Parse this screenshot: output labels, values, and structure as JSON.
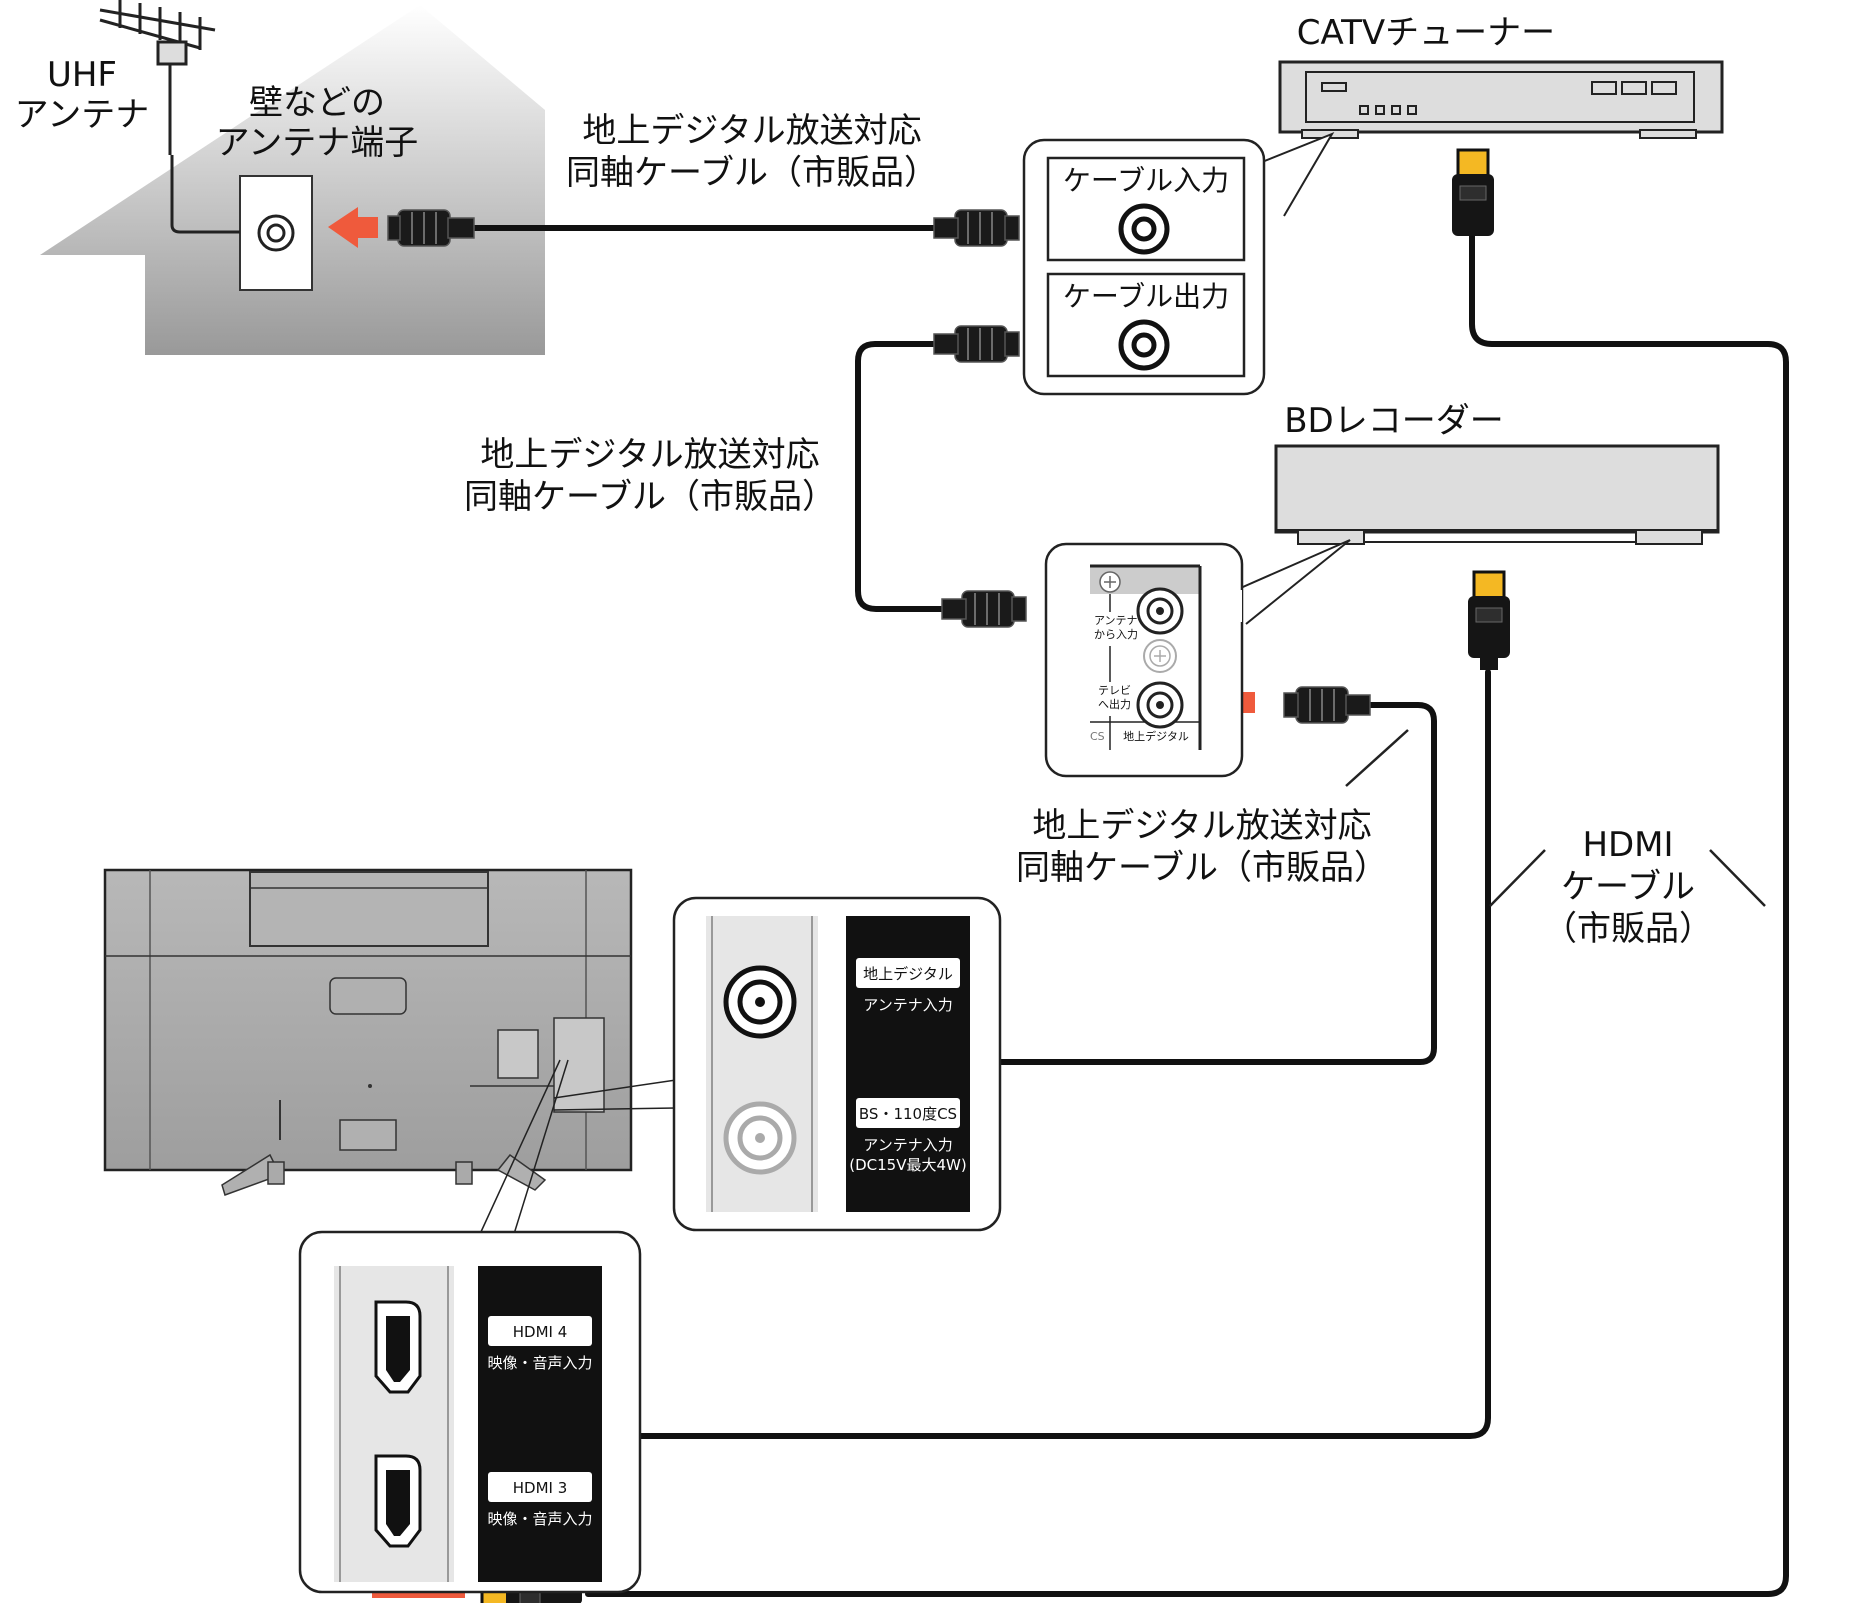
{
  "labels": {
    "uhf_antenna": [
      "UHF",
      "アンテナ"
    ],
    "wall_terminal": [
      "壁などの",
      "アンテナ端子"
    ],
    "coax_cable_1": [
      "地上デジタル放送対応",
      "同軸ケーブル（市販品）"
    ],
    "coax_cable_2": [
      "地上デジタル放送対応",
      "同軸ケーブル（市販品）"
    ],
    "coax_cable_3": [
      "地上デジタル放送対応",
      "同軸ケーブル（市販品）"
    ],
    "catv_tuner": "CATVチューナー",
    "bd_recorder": "BDレコーダー",
    "hdmi_cable": [
      "HDMI",
      "ケーブル",
      "（市販品）"
    ]
  },
  "catv_panel": {
    "cable_in": "ケーブル入力",
    "cable_out": "ケーブル出力"
  },
  "bd_panel": {
    "antenna_in": [
      "アンテナ",
      "から入力"
    ],
    "tv_out": [
      "テレビ",
      "へ出力"
    ],
    "terrestrial": "地上デジタル",
    "cs_fragment": "CS"
  },
  "tv_antenna_panel": {
    "terrestrial_badge": "地上デジタル",
    "terrestrial_sub": "アンテナ入力",
    "bs_badge": "BS・110度CS",
    "bs_sub": "アンテナ入力",
    "bs_power": "(DC15V最大4W)"
  },
  "tv_hdmi_panel": {
    "hdmi4_badge": "HDMI 4",
    "hdmi4_sub": "映像・音声入力",
    "hdmi3_badge": "HDMI 3",
    "hdmi3_sub": "映像・音声入力"
  },
  "colors": {
    "arrow": "#ef5a3c",
    "hdmi_plug": "#f4b823",
    "cable": "#111111",
    "wall_gradient_top": "#ffffff",
    "wall_gradient_bottom": "#9a9a9a"
  }
}
